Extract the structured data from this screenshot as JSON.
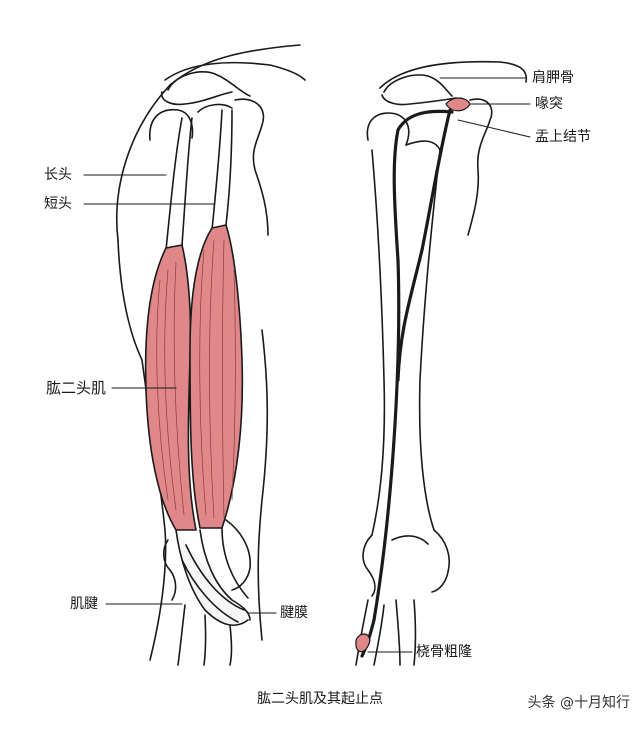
{
  "labels": {
    "long_head": "长头",
    "short_head": "短头",
    "biceps": "肱二头肌",
    "tendon": "肌腱",
    "aponeurosis": "腱膜",
    "scapula": "肩胛骨",
    "coracoid": "喙突",
    "supraglenoid": "盂上结节",
    "radial_tuberosity": "桡骨粗隆"
  },
  "caption": "肱二头肌及其起止点",
  "watermark": "头条 @十月知行",
  "colors": {
    "muscle": "#e0878a",
    "muscle_dark": "#b85a5e",
    "line": "#1a1a1a",
    "background": "#ffffff"
  }
}
